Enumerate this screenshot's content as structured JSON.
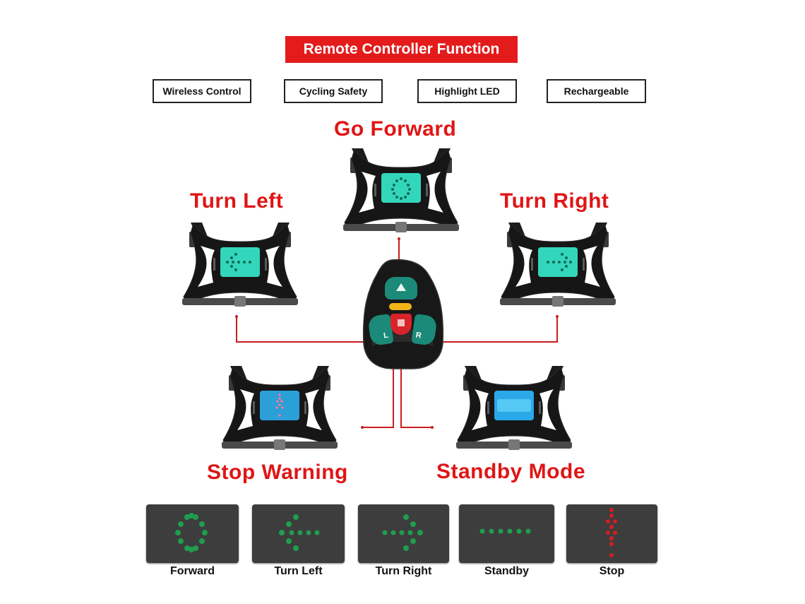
{
  "banner": "Remote Controller Function",
  "features": [
    "Wireless Control",
    "Cycling Safety",
    "Highlight LED",
    "Rechargeable"
  ],
  "modes": {
    "forward": "Go Forward",
    "left": "Turn Left",
    "right": "Turn Right",
    "stop": "Stop Warning",
    "standby": "Standby Mode"
  },
  "remote": {
    "left_button": "L",
    "right_button": "R"
  },
  "panels": [
    {
      "caption": "Forward",
      "icon": "circle-dots-icon",
      "color": "#1f9e4e"
    },
    {
      "caption": "Turn Left",
      "icon": "arrow-left-dots-icon",
      "color": "#1f9e4e"
    },
    {
      "caption": "Turn Right",
      "icon": "arrow-right-dots-icon",
      "color": "#1f9e4e"
    },
    {
      "caption": "Standby",
      "icon": "line-dots-icon",
      "color": "#1f9e4e"
    },
    {
      "caption": "Stop",
      "icon": "exclamation-dots-icon",
      "color": "#d61e1e"
    }
  ],
  "colors": {
    "accent": "#e31b1b",
    "led_green": "#1f9e4e",
    "led_teal": "#3ee2c6",
    "led_blue": "#2aa8e8"
  }
}
